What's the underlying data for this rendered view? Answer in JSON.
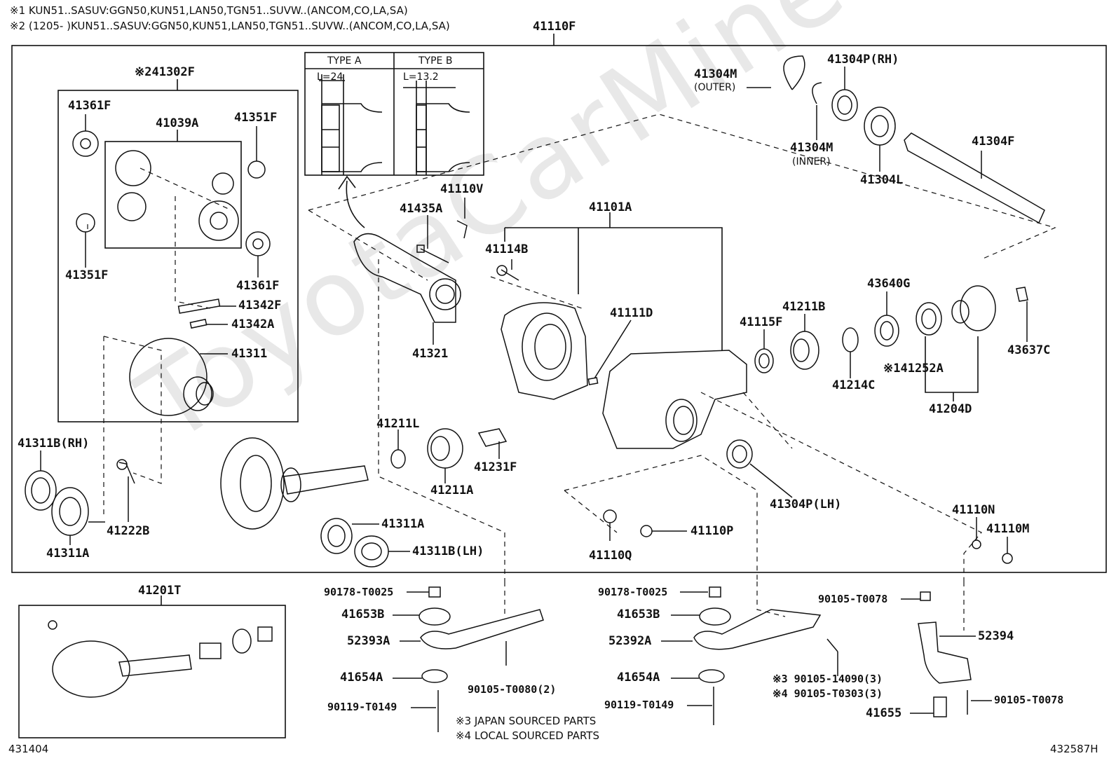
{
  "header": {
    "line1": "※1 KUN51..SASUV:GGN50,KUN51,LAN50,TGN51..SUVW..(ANCOM,CO,LA,SA)",
    "line2": "※2 (1205-          )KUN51..SASUV:GGN50,KUN51,LAN50,TGN51..SUVW..(ANCOM,CO,LA,SA)",
    "assembly": "41110F"
  },
  "watermark": "ToyotaCarMine.ru",
  "inset": {
    "type_a": "TYPE A",
    "type_b": "TYPE B",
    "dim_a": "L=24",
    "dim_b": "L=13.2"
  },
  "labels": {
    "p41302F": "※241302F",
    "p41361F_a": "41361F",
    "p41039A": "41039A",
    "p41351F_a": "41351F",
    "p41351F_b": "41351F",
    "p41361F_b": "41361F",
    "p41342F": "41342F",
    "p41342A": "41342A",
    "p41311": "41311",
    "p41311B_rh": "41311B(RH)",
    "p41311A_a": "41311A",
    "p41222B": "41222B",
    "p41311A_b": "41311A",
    "p41311B_lh": "41311B(LH)",
    "p41211L": "41211L",
    "p41211A": "41211A",
    "p41231F": "41231F",
    "p41435A": "41435A",
    "p41110V": "41110V",
    "p41321": "41321",
    "p41101A": "41101A",
    "p41114B": "41114B",
    "p41111D": "41111D",
    "p41115F": "41115F",
    "p41211B": "41211B",
    "p43640G": "43640G",
    "p41214C": "41214C",
    "p41252A": "※141252A",
    "p41204D": "41204D",
    "p43637C": "43637C",
    "p41304M_outer": "41304M",
    "outer": "(OUTER)",
    "p41304M_inner": "41304M",
    "inner": "(INNER)",
    "p41304P_rh": "41304P(RH)",
    "p41304L": "41304L",
    "p41304F": "41304F",
    "p41304P_lh": "41304P(LH)",
    "p41110N": "41110N",
    "p41110M": "41110M",
    "p41110Q": "41110Q",
    "p41110P": "41110P",
    "p41201T": "41201T",
    "p90178_a": "90178-T0025",
    "p41653B_a": "41653B",
    "p52393A": "52393A",
    "p41654A_a": "41654A",
    "p90119_a": "90119-T0149",
    "p90105_T0080": "90105-T0080(2)",
    "p90178_b": "90178-T0025",
    "p41653B_b": "41653B",
    "p52392A": "52392A",
    "p41654A_b": "41654A",
    "p90119_b": "90119-T0149",
    "p90105_14090": "※3 90105-14090(3)",
    "p90105_T0303": "※4 90105-T0303(3)",
    "p90105_T0078_a": "90105-T0078",
    "p52394": "52394",
    "p41655": "41655",
    "p90105_T0078_b": "90105-T0078"
  },
  "notes": {
    "note3": "※3 JAPAN SOURCED PARTS",
    "note4": "※4 LOCAL SOURCED PARTS"
  },
  "footer": {
    "left": "431404",
    "right": "432587H"
  }
}
